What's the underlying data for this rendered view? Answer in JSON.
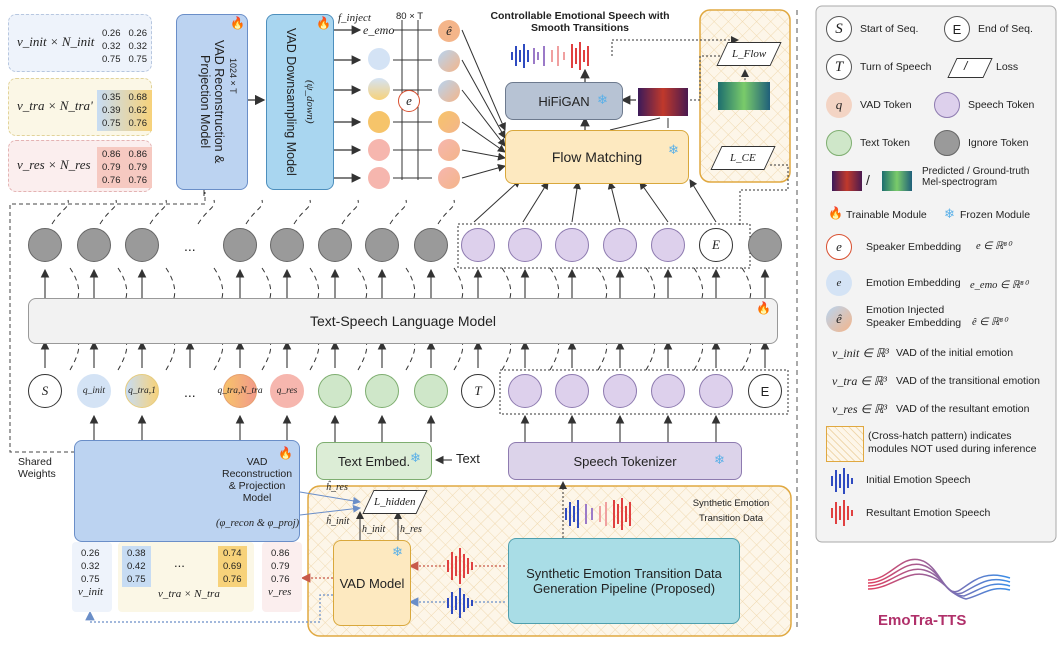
{
  "vad_inputs": {
    "init_label": "v_init × N_init",
    "tra_label": "v_tra × N_tra'",
    "res_label": "v_res × N_res",
    "init_matrix": [
      [
        "0.26",
        "0.26"
      ],
      [
        "0.32",
        "0.32"
      ],
      [
        "0.75",
        "0.75"
      ]
    ],
    "tra_matrix": [
      [
        "0.35",
        "0.68"
      ],
      [
        "0.39",
        "0.62"
      ],
      [
        "0.75",
        "0.76"
      ]
    ],
    "res_matrix": [
      [
        "0.86",
        "0.86"
      ],
      [
        "0.79",
        "0.79"
      ],
      [
        "0.76",
        "0.76"
      ]
    ]
  },
  "modules": {
    "vad_recon_top": "VAD Reconstruction & Projection Model",
    "vad_downsampling": "VAD Downsampling Model",
    "vad_downsampling_sub": "(ψ_down)",
    "dim_label": "1024 × T",
    "f_inject": "f_inject",
    "mel_dim": "80 × T",
    "e_emo": "e_emo",
    "hifigan": "HiFiGAN",
    "flow_matching": "Flow Matching",
    "lm": "Text-Speech Language Model",
    "vad_recon_bottom": "VAD Reconstruction & Projection Model",
    "vad_recon_bottom_sub": "(φ_recon & φ_proj)",
    "text_embed": "Text Embed.",
    "text_input": "Text",
    "speech_tokenizer": "Speech Tokenizer",
    "vad_model": "VAD Model",
    "pipeline": "Synthetic Emotion Transition Data Generation Pipeline (Proposed)",
    "synthetic_data": "Synthetic Emotion Transition Data",
    "shared_weights": "Shared Weights"
  },
  "title": "Controllable Emotional Speech with Smooth Transitions",
  "losses": {
    "flow": "L_Flow",
    "ce": "L_CE",
    "hidden": "L_hidden"
  },
  "hidden_labels": {
    "h_res": "ĥ_res",
    "h_init": "ĥ_init",
    "h_init2": "h_init",
    "h_res2": "h_res"
  },
  "input_tokens": [
    "S",
    "q_init",
    "q_tra,1",
    "...",
    "q_tra,N_tra",
    "q_res",
    "",
    "",
    "",
    "T",
    "",
    "",
    "",
    "",
    "",
    "E"
  ],
  "output_tokens_special": {
    "E": "E",
    "dots": "..."
  },
  "bottom_vectors": {
    "init": [
      "0.26",
      "0.32",
      "0.75"
    ],
    "tra_left": [
      "0.38",
      "0.42",
      "0.75"
    ],
    "tra_right": [
      "0.74",
      "0.69",
      "0.76"
    ],
    "res": [
      "0.86",
      "0.79",
      "0.76"
    ],
    "init_label": "v_init",
    "tra_label": "v_tra × N_tra",
    "res_label": "v_res",
    "dots": "..."
  },
  "legend": {
    "start": "Start of Seq.",
    "end": "End of Seq.",
    "turn": "Turn of Speech",
    "loss": "Loss",
    "vad_token": "VAD Token",
    "speech_token": "Speech Token",
    "text_token": "Text Token",
    "ignore_token": "Ignore Token",
    "mel": "Predicted / Ground-truth Mel-spectrogram",
    "trainable": "Trainable Module",
    "frozen": "Frozen Module",
    "speaker": "Speaker Embedding",
    "speaker_math": "e ∈ ℝ⁸⁰",
    "emotion": "Emotion Embedding",
    "emotion_math": "e_emo ∈ ℝ⁸⁰",
    "injected1": "Emotion Injected",
    "injected2": "Speaker Embedding",
    "injected_math": "ê ∈ ℝ⁸⁰",
    "v_init": "v_init ∈ ℝ³",
    "v_init_desc": "VAD of the initial emotion",
    "v_tra": "v_tra ∈ ℝ³",
    "v_tra_desc": "VAD of the transitional emotion",
    "v_res": "v_res ∈ ℝ³",
    "v_res_desc": "VAD of the resultant emotion",
    "hatch1": "(Cross-hatch pattern) indicates",
    "hatch2": "modules NOT used during inference",
    "initial_speech": "Initial Emotion Speech",
    "resultant_speech": "Resultant Emotion Speech",
    "slash": "/"
  },
  "logo": "EmoTra-TTS",
  "colors": {
    "init_bg": "#eef3fb",
    "tra_bg": "#fbf7e6",
    "res_bg": "#fbeeee",
    "module_blue": "#bcd3f1",
    "downsampling_blue": "#a9d6f0",
    "orange_box": "#fde9c0",
    "green_box": "#dcedd6",
    "purple_box": "#dcd3ea",
    "gray_token": "#9a9a9a",
    "text_token": "#cfe7c9",
    "speech_token": "#ddd0ec"
  }
}
